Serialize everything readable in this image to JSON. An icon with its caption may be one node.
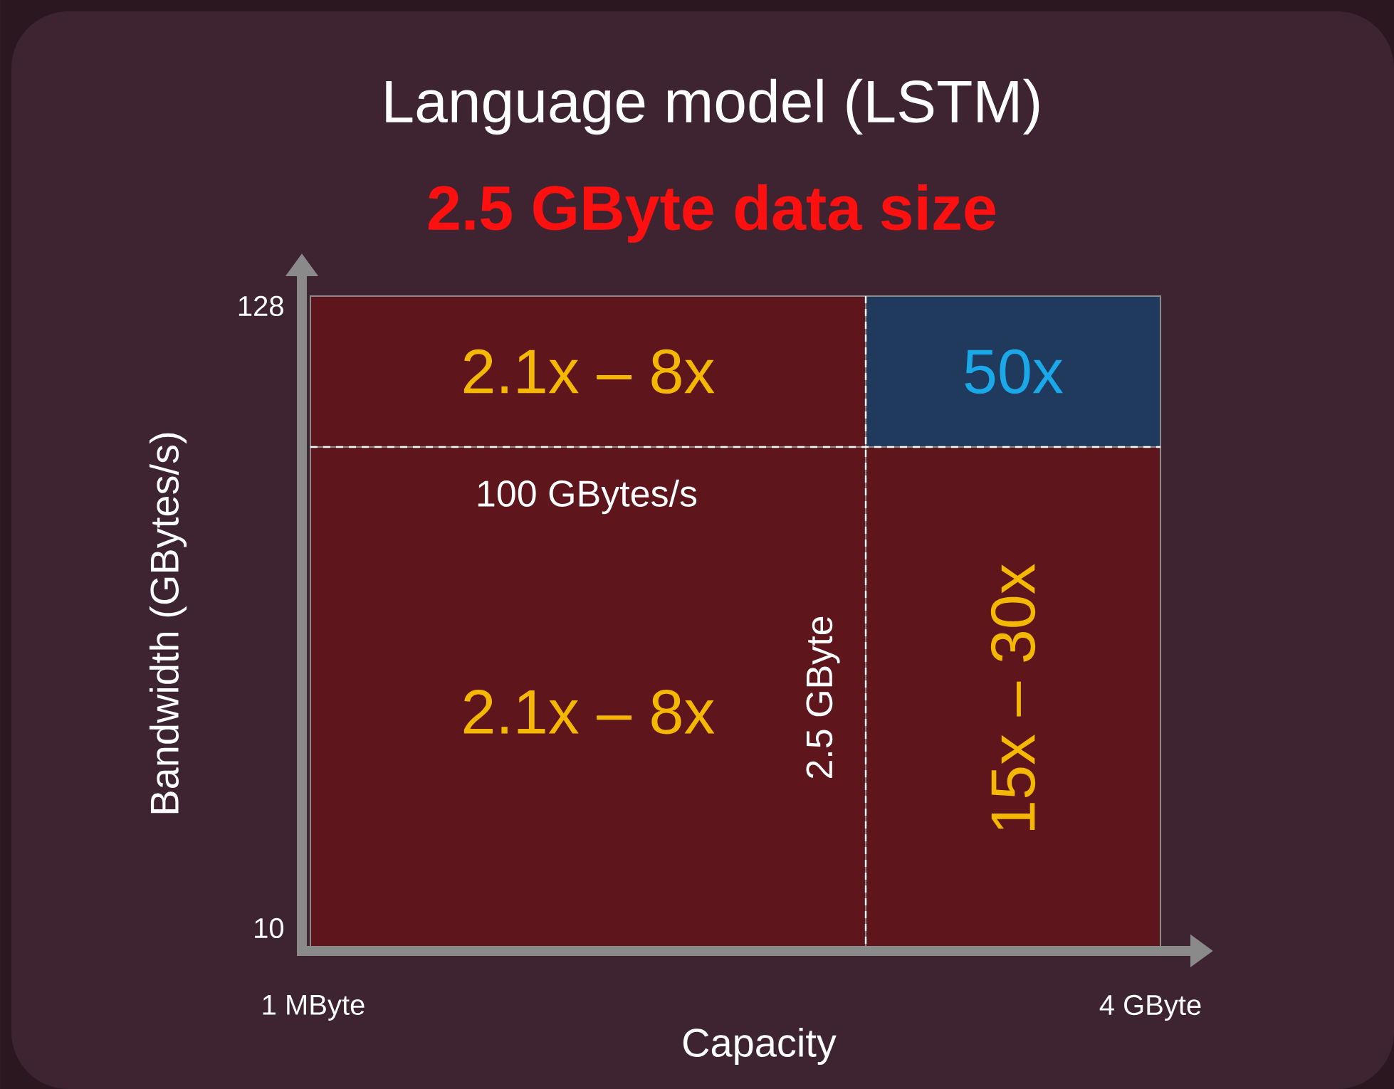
{
  "diagram": {
    "title": "Language model (LSTM)",
    "nodes": [
      {
        "text": [
          "2.1x – 8x"
        ]
      },
      {
        "text": [
          "50x"
        ]
      },
      {
        "text": [
          "2.1x – 8x"
        ]
      },
      {
        "text": [
          "15x – 30x"
        ]
      }
    ],
    "labels": [
      "2.5 GByte data size",
      "128",
      "Bandwidth (GBytes/s)",
      "100 GBytes/s",
      "2.5 GByte",
      "10",
      "1 MByte",
      "4 GByte",
      "Capacity"
    ]
  }
}
